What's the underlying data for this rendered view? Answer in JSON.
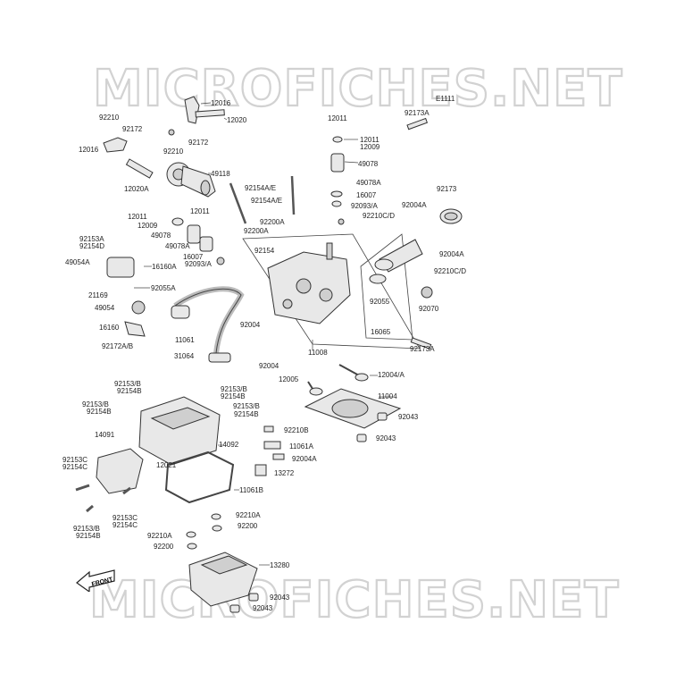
{
  "watermark": {
    "top": "MICROFICHES.NET",
    "bottom": "MICROFICHES.NET"
  },
  "ref_code": "E1111",
  "front_arrow": "FRONT",
  "labels": {
    "l12016a": "12016",
    "l12020": "12020",
    "l92210a": "92210",
    "l92172a": "92172",
    "l12016b": "12016",
    "l92210b": "92210",
    "l92172b": "92172",
    "l49118": "49118",
    "l12020a": "12020A",
    "l12011t": "12011",
    "l12011r": "12011",
    "l12009r": "12009",
    "l49078r": "49078",
    "l49078ar": "49078A",
    "l16007r": "16007",
    "l92093ar": "92093/A",
    "l92210cd1": "92210C/D",
    "l92173aT": "92173A",
    "l92154ae1": "92154A/E",
    "l92154ae2": "92154A/E",
    "l92200a1": "92200A",
    "l92200a2": "92200A",
    "l12011l": "12011",
    "l12011l2": "12011",
    "l12009l": "12009",
    "l49078l": "49078",
    "l49078al": "49078A",
    "l16007l": "16007",
    "l92093al": "92093/A",
    "l92154": "92154",
    "l92004a1": "92004A",
    "l92173": "92173",
    "l92004a2": "92004A",
    "l92210cd2": "92210C/D",
    "l92055": "92055",
    "l92070": "92070",
    "l16065": "16065",
    "l92173a2": "92173A",
    "l92153a": "92153A",
    "l92154d": "92154D",
    "l49054a": "49054A",
    "l16160a": "16160A",
    "l21169": "21169",
    "l92055a": "92055A",
    "l49054": "49054",
    "l16160": "16160",
    "l11061": "11061",
    "l92172ab": "92172A/B",
    "l31064": "31064",
    "l92004b": "92004",
    "l92004c": "92004",
    "l11008": "11008",
    "l12005": "12005",
    "l12004a": "12004/A",
    "l11004": "11004",
    "l92043a": "92043",
    "l92043b": "92043",
    "l92153b1": "92153/B",
    "l92154b1": "92154B",
    "l92153b2": "92153/B",
    "l92154b2": "92154B",
    "l92153b3": "92153/B",
    "l92154b3": "92154B",
    "l92153b4": "92153/B",
    "l92154b4": "92154B",
    "l14091": "14091",
    "l14092": "14092",
    "l92210b2": "92210B",
    "l11061a": "11061A",
    "l92004a3": "92004A",
    "l13272": "13272",
    "l12021": "12021",
    "l92153c1": "92153C",
    "l92154c1": "92154C",
    "l11061b": "11061B",
    "l92153c2": "92153C",
    "l92154c2": "92154C",
    "l92153b5": "92153/B",
    "l92154b5": "92154B",
    "l92210a3": "92210A",
    "l92200a": "92200",
    "l92210a4": "92210A",
    "l92200b": "92200",
    "l13280": "13280",
    "l92043c": "92043",
    "l92043d": "92043"
  }
}
